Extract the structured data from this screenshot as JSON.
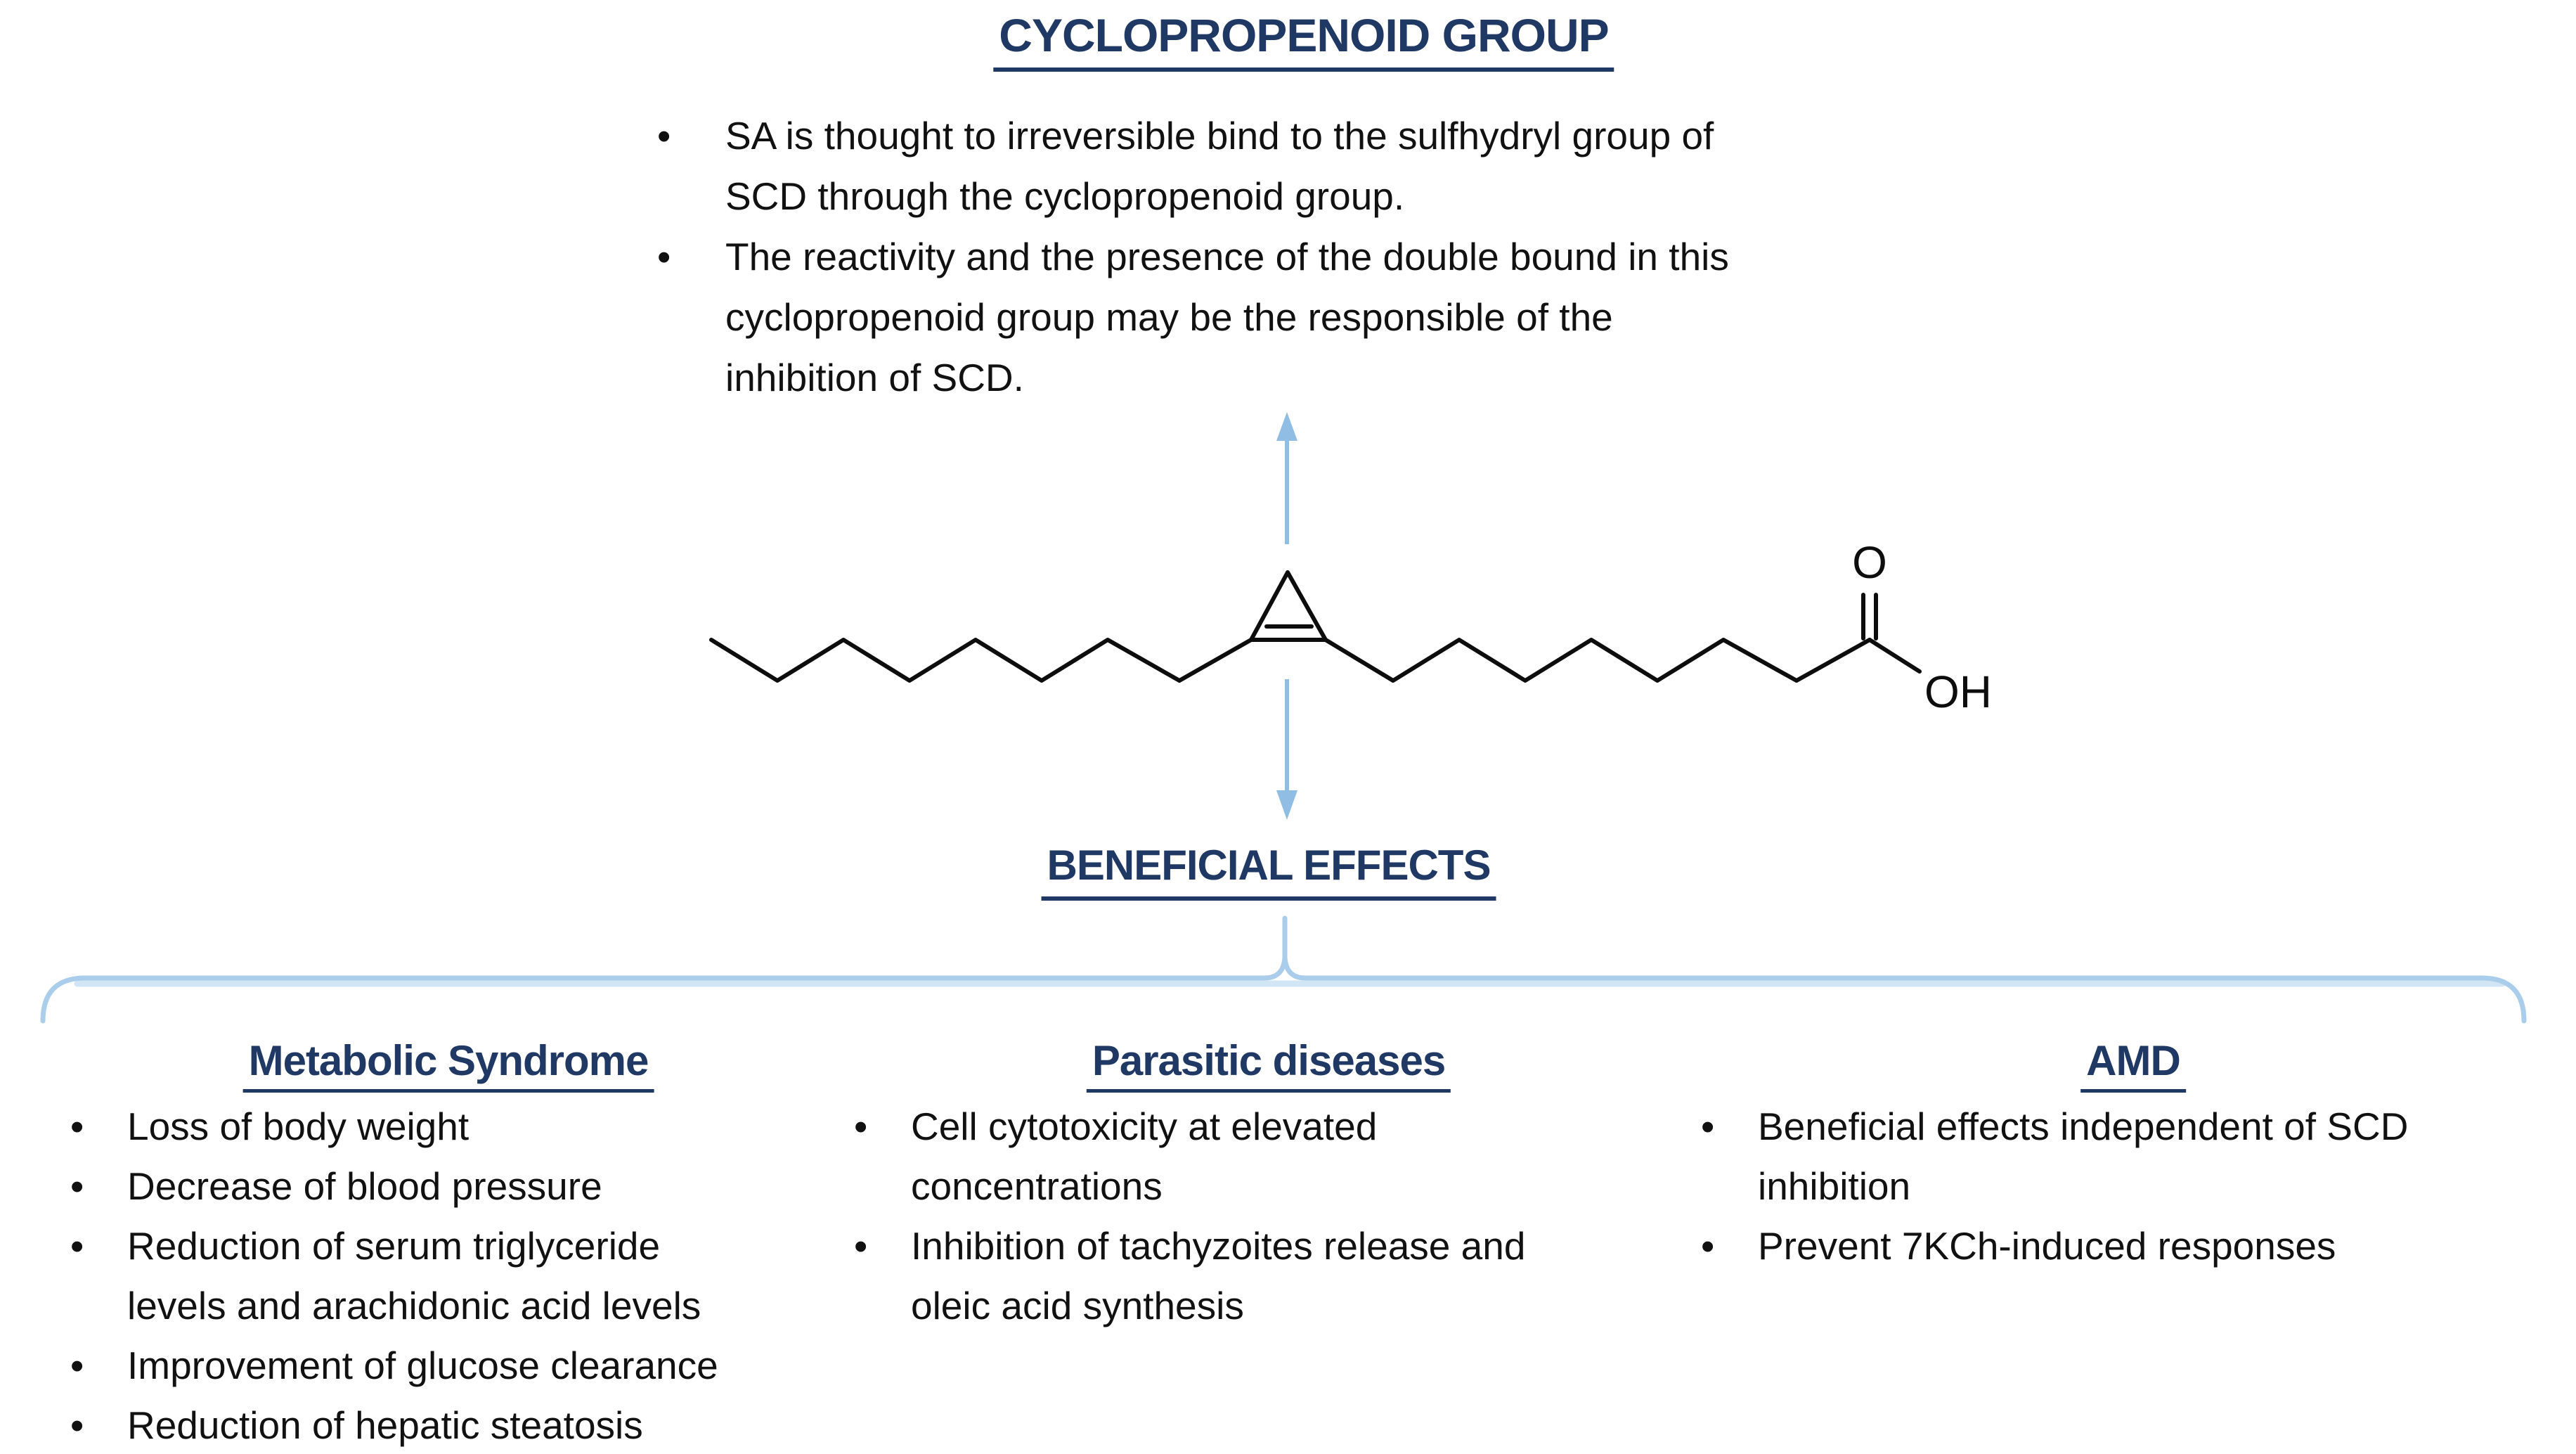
{
  "bullet_char": "•",
  "title": "CYCLOPROPENOID GROUP",
  "intro_bullets": [
    {
      "lines": [
        "SA is thought to irreversible bind to the sulfhydryl group of",
        "SCD through the cyclopropenoid group."
      ]
    },
    {
      "lines": [
        "The reactivity and the presence of the double bound in this",
        "cyclopropenoid group may be the responsible of the",
        "inhibition of SCD."
      ]
    }
  ],
  "molecule": {
    "o_label": "O",
    "oh_label": "OH"
  },
  "beneficial_heading": "BENEFICIAL EFFECTS",
  "columns": [
    {
      "heading": "Metabolic Syndrome",
      "bullets": [
        {
          "lines": [
            "Loss of body weight"
          ]
        },
        {
          "lines": [
            "Decrease of blood pressure"
          ]
        },
        {
          "lines": [
            "Reduction of serum triglyceride",
            "levels and arachidonic acid levels"
          ]
        },
        {
          "lines": [
            "Improvement of glucose clearance"
          ]
        },
        {
          "lines": [
            "Reduction of hepatic steatosis"
          ]
        }
      ]
    },
    {
      "heading": "Parasitic diseases",
      "bullets": [
        {
          "lines": [
            "Cell cytotoxicity at elevated",
            "concentrations"
          ]
        },
        {
          "lines": [
            "Inhibition of tachyzoites release and",
            "oleic acid synthesis"
          ]
        }
      ]
    },
    {
      "heading": "AMD",
      "bullets": [
        {
          "lines": [
            "Beneficial effects independent of SCD",
            "inhibition"
          ]
        },
        {
          "lines": [
            "Prevent 7KCh-induced responses"
          ]
        }
      ]
    }
  ],
  "colors": {
    "heading_navy": "#1f3864",
    "arrow_blue": "#8fbde3",
    "brace_blue": "#a9cdea",
    "body_text": "#111111"
  }
}
